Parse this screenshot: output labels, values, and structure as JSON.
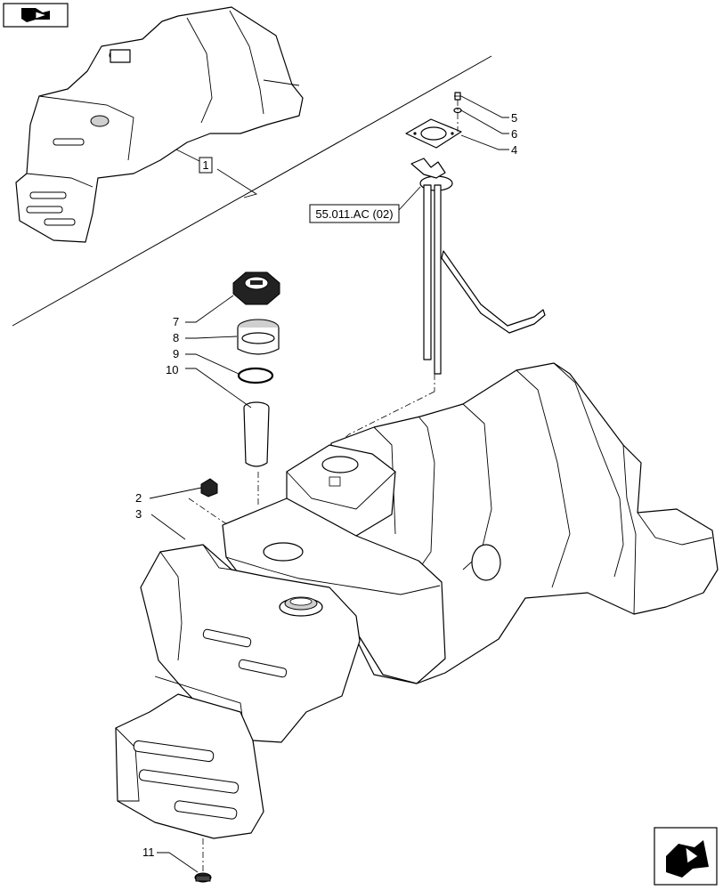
{
  "figure": {
    "inset_reference": "1",
    "cross_reference": "55.011.AC (02)"
  },
  "callouts": [
    {
      "id": "c5",
      "label": "5"
    },
    {
      "id": "c6",
      "label": "6"
    },
    {
      "id": "c4",
      "label": "4"
    },
    {
      "id": "c7",
      "label": "7"
    },
    {
      "id": "c8",
      "label": "8"
    },
    {
      "id": "c9",
      "label": "9"
    },
    {
      "id": "c10",
      "label": "10"
    },
    {
      "id": "c2",
      "label": "2"
    },
    {
      "id": "c3",
      "label": "3"
    },
    {
      "id": "c11",
      "label": "11"
    }
  ],
  "icons": {
    "top_left": "previous-page-arrow-icon",
    "bottom_right": "next-page-arrow-icon"
  }
}
